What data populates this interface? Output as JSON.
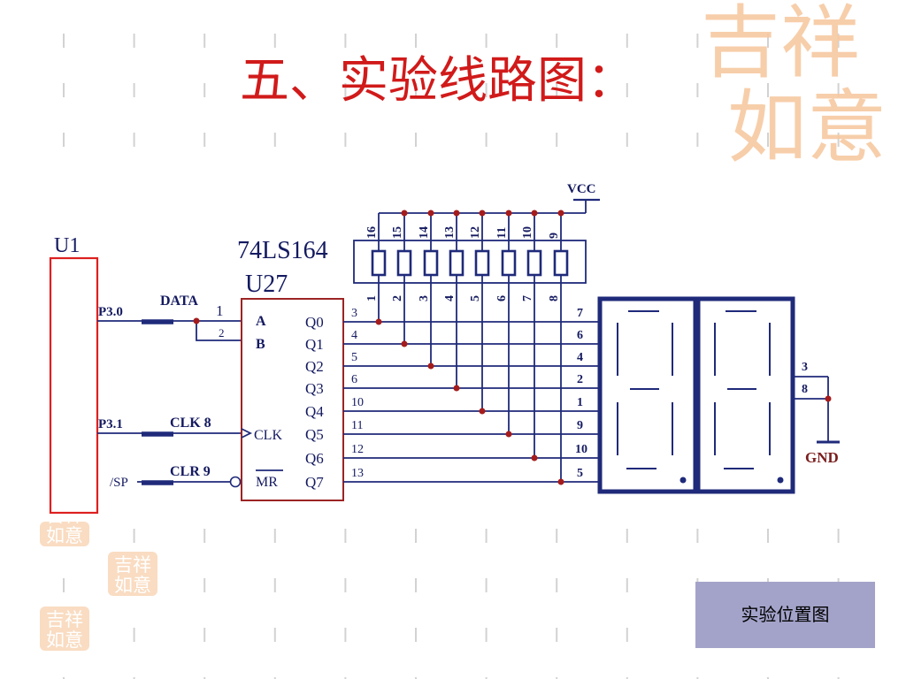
{
  "slide": {
    "title": "五、实验线路图：",
    "location_button": "实验位置图"
  },
  "watermark": {
    "lines": [
      "吉祥",
      "如意"
    ],
    "stamp": "吉祥如意"
  },
  "colors": {
    "title": "#d11a1a",
    "wire": "#1f2a7a",
    "label": "#141a60",
    "chip_border": "#9c2424",
    "mcu_border": "#dd2020",
    "junction": "#a51c1c",
    "gnd_label": "#7a1d1d",
    "button_bg": "#a3a3ca",
    "watermark": "#f7c9a1",
    "stamp": "#f9dcc2",
    "grid": "#d2d2d2"
  },
  "circuit": {
    "mcu": {
      "ref": "U1",
      "pins": [
        "P3.0",
        "P3.1"
      ]
    },
    "signals": {
      "sp": "/SP"
    },
    "nets": {
      "data": "DATA",
      "clk": "CLK 8",
      "clr": "CLR 9"
    },
    "shift_register": {
      "part": "74LS164",
      "ref": "U27",
      "inputs": [
        {
          "pin": "1",
          "name": "A"
        },
        {
          "pin": "2",
          "name": "B"
        }
      ],
      "clock": "CLK",
      "clear": "MR",
      "outputs": [
        {
          "name": "Q0",
          "pin": "3"
        },
        {
          "name": "Q1",
          "pin": "4"
        },
        {
          "name": "Q2",
          "pin": "5"
        },
        {
          "name": "Q3",
          "pin": "6"
        },
        {
          "name": "Q4",
          "pin": "10"
        },
        {
          "name": "Q5",
          "pin": "11"
        },
        {
          "name": "Q6",
          "pin": "12"
        },
        {
          "name": "Q7",
          "pin": "13"
        }
      ]
    },
    "resistor_network": {
      "top_pins": [
        "16",
        "15",
        "14",
        "13",
        "12",
        "11",
        "10",
        "9"
      ],
      "bottom_pins": [
        "1",
        "2",
        "3",
        "4",
        "5",
        "6",
        "7",
        "8"
      ]
    },
    "display": {
      "segment_pins": [
        "7",
        "6",
        "4",
        "2",
        "1",
        "9",
        "10",
        "5"
      ],
      "common_pins": [
        "3",
        "8"
      ]
    },
    "power": {
      "vcc": "VCC",
      "gnd": "GND"
    }
  }
}
